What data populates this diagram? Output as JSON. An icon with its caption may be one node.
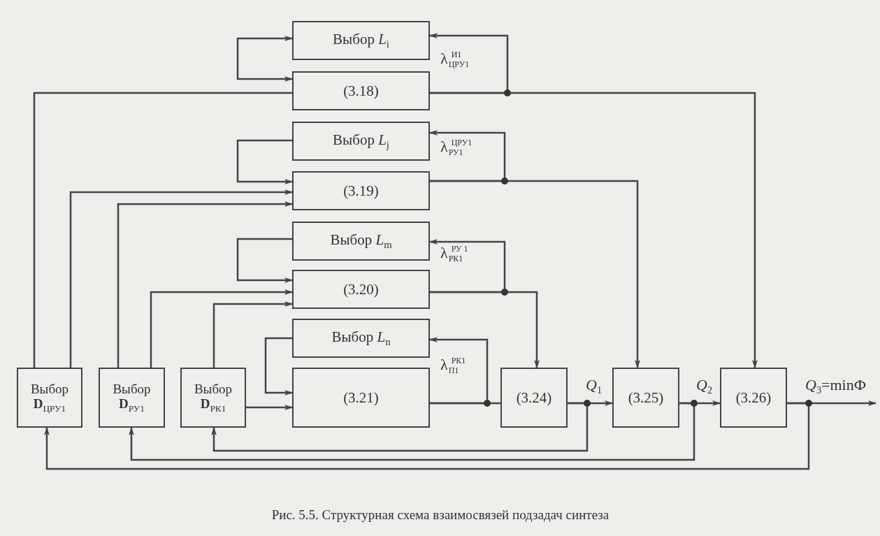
{
  "diagram": {
    "caption": "Рис. 5.5. Структурная схема взаимосвязей подзадач синтеза",
    "nodes": [
      {
        "text": [
          "Выбор *L*$_{i}$"
        ]
      },
      {
        "text": [
          "(3.18)"
        ]
      },
      {
        "text": [
          "Выбор *L*$_{j}$"
        ]
      },
      {
        "text": [
          "(3.19)"
        ]
      },
      {
        "text": [
          "Выбор *L*$_{m}$"
        ]
      },
      {
        "text": [
          "(3.20)"
        ]
      },
      {
        "text": [
          "Выбор *L*$_{n}$"
        ]
      },
      {
        "text": [
          "(3.21)"
        ]
      },
      {
        "text": [
          "Выбор **D**$_{ЦРУ1}$"
        ]
      },
      {
        "text": [
          "Выбор **D**$_{РУ1}$"
        ]
      },
      {
        "text": [
          "Выбор **D**$_{РК1}$"
        ]
      },
      {
        "text": [
          "(3.24)"
        ]
      },
      {
        "text": [
          "(3.25)"
        ]
      },
      {
        "text": [
          "(3.26)"
        ]
      }
    ],
    "edges": [
      {
        "from": 0,
        "to": 1,
        "arrow": "both"
      },
      {
        "from": 2,
        "to": 3,
        "arrow": "to"
      },
      {
        "from": 4,
        "to": 5,
        "arrow": "to"
      },
      {
        "from": 6,
        "to": 7,
        "arrow": "to"
      },
      {
        "from": 1,
        "to": 0,
        "arrow": "to",
        "label": "λ$^{И1}$$_{ЦРУ1}$"
      },
      {
        "from": 1,
        "to": 13,
        "arrow": "to"
      },
      {
        "from": 3,
        "to": 2,
        "arrow": "to",
        "label": "λ$^{ЦРУ1}$$_{РУ1}$"
      },
      {
        "from": 3,
        "to": 12,
        "arrow": "to"
      },
      {
        "from": 5,
        "to": 4,
        "arrow": "to",
        "label": "λ$^{РУ 1}$$_{РК1}$"
      },
      {
        "from": 5,
        "to": 11,
        "arrow": "to"
      },
      {
        "from": 7,
        "to": 6,
        "arrow": "to",
        "label": "λ$^{РК1}$$_{П1}$"
      },
      {
        "from": 7,
        "to": 11,
        "arrow": "none"
      },
      {
        "from": 8,
        "to": 1,
        "arrow": "none"
      },
      {
        "from": 8,
        "to": 3,
        "arrow": "to"
      },
      {
        "from": 9,
        "to": 3,
        "arrow": "to"
      },
      {
        "from": 9,
        "to": 5,
        "arrow": "to"
      },
      {
        "from": 10,
        "to": 5,
        "arrow": "to"
      },
      {
        "from": 10,
        "to": 7,
        "arrow": "to"
      },
      {
        "from": 11,
        "to": 12,
        "arrow": "to",
        "label": "*Q*$_{1}$"
      },
      {
        "from": 12,
        "to": 13,
        "arrow": "to",
        "label": "*Q*$_{2}$"
      },
      {
        "from": 13,
        "to": null,
        "arrow": "to",
        "label": "*Q*$_{3}$=minФ"
      },
      {
        "from": 11,
        "to": 10,
        "arrow": "to"
      },
      {
        "from": 12,
        "to": 9,
        "arrow": "to"
      },
      {
        "from": 13,
        "to": 8,
        "arrow": "to"
      }
    ]
  }
}
